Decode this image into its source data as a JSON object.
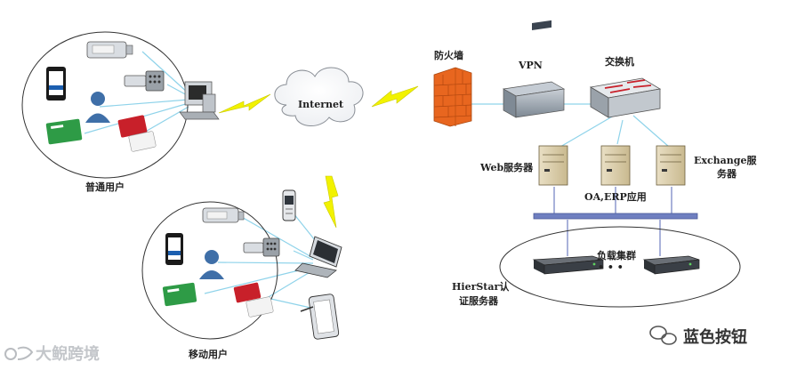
{
  "labels": {
    "ordinary_users": "普通用户",
    "mobile_users": "移动用户",
    "internet": "Internet",
    "firewall": "防火墙",
    "vpn": "VPN",
    "switch": "交换机",
    "web_server": "Web服务器",
    "oa_erp": "OA,ERP应用",
    "exchange_line1": "Exchange服",
    "exchange_line2": "务器",
    "load_cluster": "负载集群",
    "cluster_dots": "• • •",
    "hierstar_line1": "HierStar认",
    "hierstar_line2": "证服务器"
  },
  "watermarks": {
    "left": "大鲵跨境",
    "right": "蓝色按钮"
  },
  "colors": {
    "lightning": "#f2f200",
    "firewall": "#e8661f",
    "connector": "#8fd3ea",
    "bus": "#6f7fc0"
  }
}
